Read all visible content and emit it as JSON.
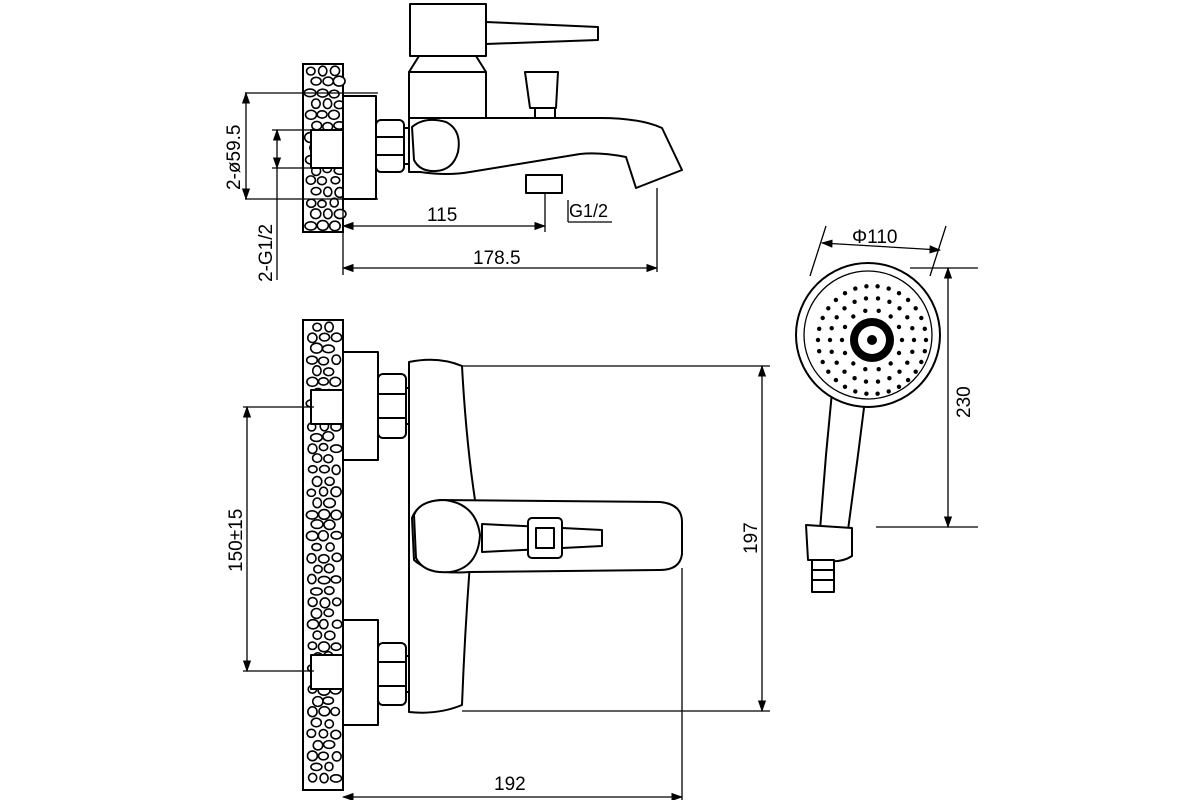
{
  "dimensions": {
    "width_115": "115",
    "width_178_5": "178.5",
    "thread_g12": "G1/2",
    "diameter_59_5": "2-ø59.5",
    "thread_2_g12": "2-G1/2",
    "spacing_150": "150±15",
    "height_197": "197",
    "width_192": "192",
    "shower_diameter": "Φ110",
    "shower_length": "230"
  }
}
